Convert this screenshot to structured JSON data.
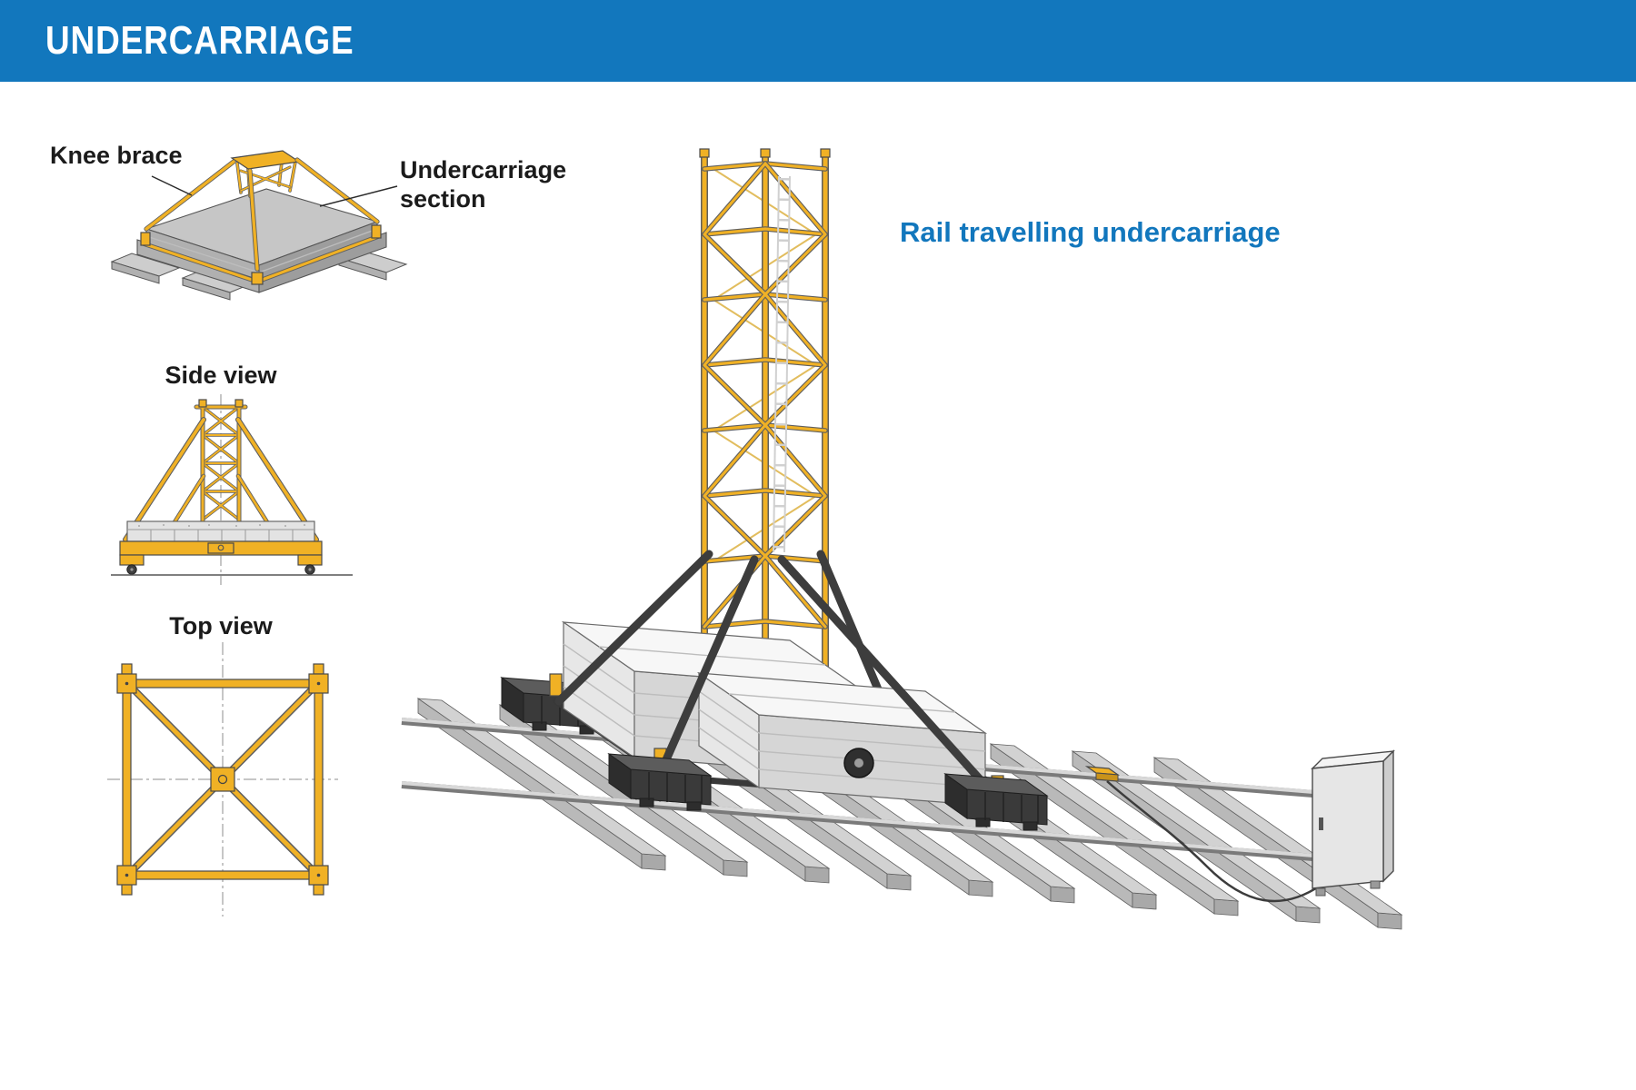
{
  "header": {
    "title": "UNDERCARRIAGE"
  },
  "figures": {
    "iso": {
      "labels": {
        "knee_brace": "Knee brace",
        "undercarriage_section": "Undercarriage section"
      }
    },
    "side": {
      "label": "Side view"
    },
    "top": {
      "label": "Top view"
    },
    "rail": {
      "label": "Rail travelling undercarriage"
    }
  },
  "colors": {
    "header_bg": "#1277bd",
    "accent_blue": "#1277bd",
    "crane_yellow": "#f0b125",
    "crane_yellow_dark": "#c8921b",
    "brace_dark": "#3d3d3d",
    "outline": "#4a4a4a",
    "ballast_white": "#f7f7f7",
    "label_black": "#1b1b1b"
  }
}
